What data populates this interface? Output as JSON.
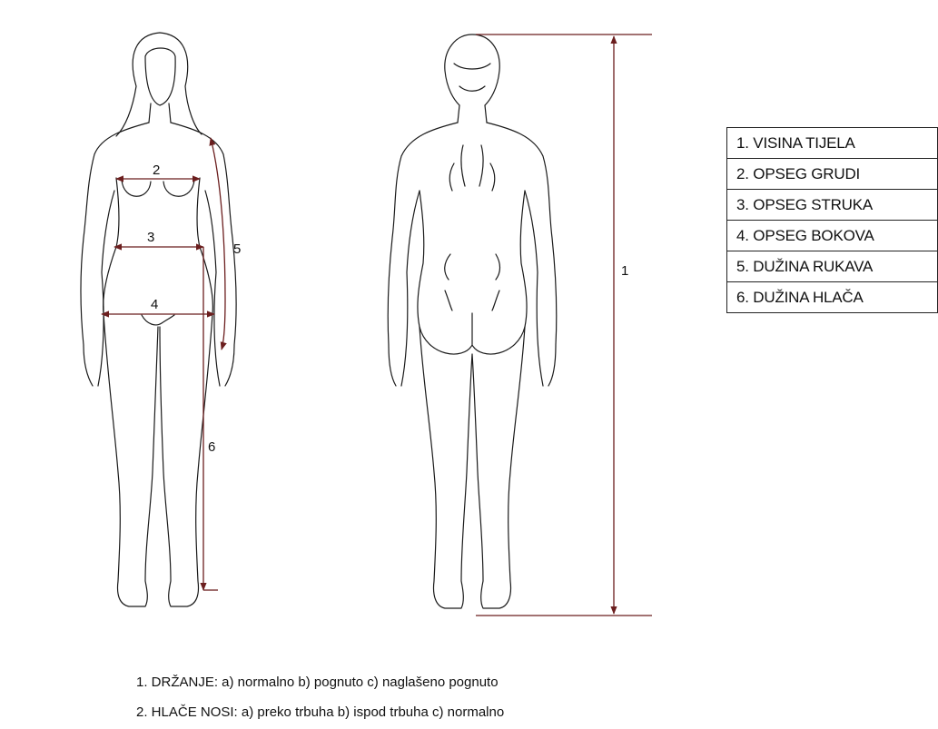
{
  "legend": [
    "1. VISINA TIJELA",
    "2. OPSEG GRUDI",
    "3. OPSEG STRUKA",
    "4. OPSEG BOKOVA",
    "5. DUŽINA RUKAVA",
    "6. DUŽINA HLAČA"
  ],
  "markers": {
    "height": "1",
    "bust": "2",
    "waist": "3",
    "hips": "4",
    "sleeve": "5",
    "trousers": "6"
  },
  "notes": [
    "1. DRŽANJE: a) normalno  b) pognuto  c) naglašeno pognuto",
    "2. HLAČE NOSI: a) preko trbuha  b) ispod trbuha  c) normalno"
  ],
  "colors": {
    "measure_line": "#6b1e1e",
    "outline": "#1a1a1a"
  }
}
